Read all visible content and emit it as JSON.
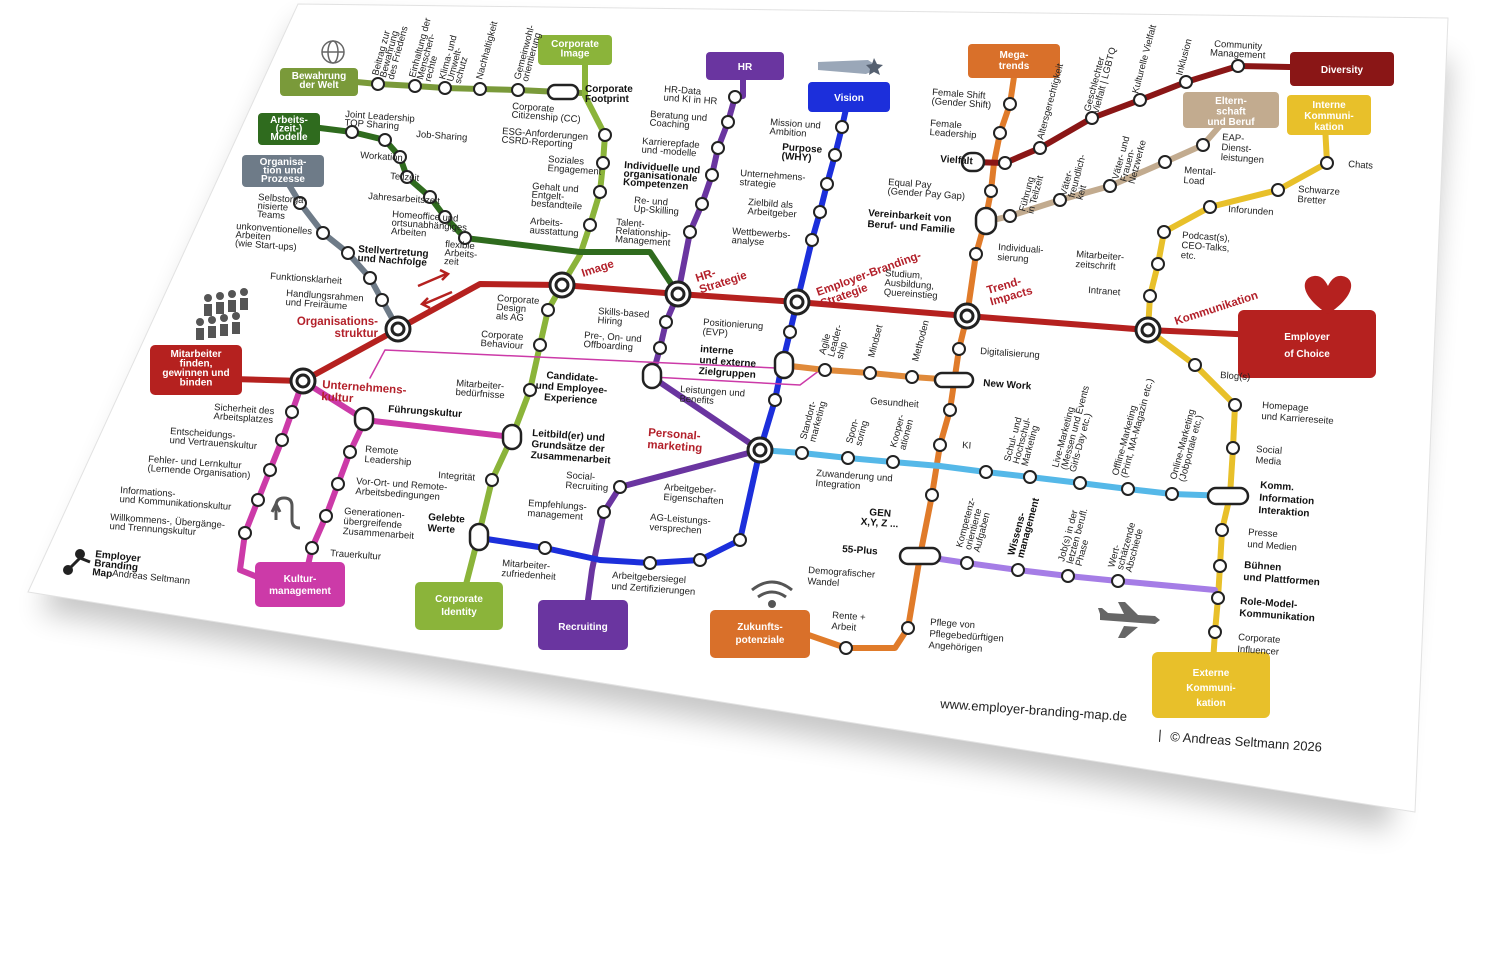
{
  "hubs": {
    "organisationsstruktur": "Organisations-\nstruktur",
    "unternehmenskultur": "Unternehmens-\nkultur",
    "image": "Image",
    "hr_strategie": "HR-\nStrategie",
    "employer_branding_strategie": "Employer-Branding-\nStrategie",
    "trend_impacts": "Trend-\nImpacts",
    "kommunikation": "Kommunikation",
    "personalmarketing": "Personal-\nmarketing"
  },
  "terminals": {
    "bewahrung": "Bewahrung\nder Welt",
    "arbeitszeit": "Arbeits-\n(zeit-)\nModelle",
    "organisation": "Organisa-\ntion und\nProzesse",
    "mitarbeiter": "Mitarbeiter\nfinden,\ngewinnen und\nbinden",
    "kulturmanagement": "Kultur-\nmanagement",
    "corporate_identity": "Corporate\nIdentity",
    "recruiting": "Recruiting",
    "zukunft": "Zukunfts-\npotenziale",
    "corporate_image": "Corporate\nImage",
    "hr": "HR",
    "vision": "Vision",
    "megatrends": "Mega-\ntrends",
    "diversity": "Diversity",
    "elternschaft": "Eltern-\nschaft\nund Beruf",
    "interne_komm": "Interne\nKommuni-\nkation",
    "externe_komm": "Externe\nKommuni-\nkation",
    "employer_of_choice": "Employer\nof Choice"
  },
  "stations": {
    "beitrag": "Beitrag zur\nBewahrung\ndes Friedens",
    "einhaltung": "Einhaltung der\nMenschen-\nrechte",
    "klima": "Klima- und\nUmwelt-\nschutz",
    "nachhaltigkeit": "Nachhaltigkeit",
    "gemeinwohl": "Gemeinwohl-\norientierung",
    "corporate_footprint": "Corporate\nFootprint",
    "joint_leadership": "Joint Leadership\nTOP Sharing",
    "job_sharing": "Job-Sharing",
    "workation": "Workation",
    "teilzeit": "Teilzeit",
    "jahresarbeitszeit": "Jahresarbeitszeit",
    "homeoffice": "Homeoffice und\nortsunabhängiges\nArbeiten",
    "flexible": "flexible\nArbeits-\nzeit",
    "selbstorganisierte": "Selbstorga-\nnisierte\nTeams",
    "unkonventionelle": "unkonventionelles\nArbeiten\n(wie Start-ups)",
    "stellvertretung": "Stellvertretung\nund Nachfolge",
    "funktionsklarheit": "Funktionsklarheit",
    "handlungsrahmen": "Handlungsrahmen\nund Freiräume",
    "corporate_citizenship": "Corporate\nCitizenship (CC)",
    "esg": "ESG-Anforderungen\nCSRD-Reporting",
    "soziales": "Soziales\nEngagement",
    "gehalt": "Gehalt und\nEntgelt-\nbestandteile",
    "arbeitsausstattung": "Arbeits-\nausstattung",
    "corporate_design": "Corporate\nDesign\nals AG",
    "corporate_behaviour": "Corporate\nBehaviour",
    "mitarbeiterbeduerfnisse": "Mitarbeiter-\nbedürfnisse",
    "candidate": "Candidate-\nund Employee-\nExperience",
    "leitbild": "Leitbild(er) und\nGrundsätze der\nZusammenarbeit",
    "hr_data": "HR-Data\nund KI in HR",
    "beratung": "Beratung und\nCoaching",
    "karrierepfade": "Karrierepfade\nund -modelle",
    "individuelle": "Individuelle und\norganisationale\nKompetenzen",
    "re_upskilling": "Re- und\nUp-Skilling",
    "talent": "Talent-\nRelationship-\nManagement",
    "skills": "Skills-based\nHiring",
    "pre_on_off": "Pre-, On- und\nOffboarding",
    "mission": "Mission und\nAmbition",
    "purpose": "Purpose\n(WHY)",
    "unternehmensstrategie": "Unternehmens-\nstrategie",
    "zielbild": "Zielbild als\nArbeitgeber",
    "wettbewerb": "Wettbewerbs-\nanalyse",
    "positionierung": "Positionierung\n(EVP)",
    "interne_externe": "interne\nund externe\nZielgruppen",
    "leistungen": "Leistungen und\nBenefits",
    "female_shift": "Female Shift\n(Gender Shift)",
    "female_leadership": "Female\nLeadership",
    "vielfalt": "Vielfalt",
    "equal_pay": "Equal Pay\n(Gender Pay Gap)",
    "vereinbarkeit": "Vereinbarkeit von\nBeruf- und Familie",
    "individualisierung": "Individuali-\nsierung",
    "studium": "Studium,\nAusbildung,\nQuereinstieg",
    "digitalisierung": "Digitalisierung",
    "new_work": "New Work",
    "gesundheit": "Gesundheit",
    "ki": "KI",
    "altersgerechtigkeit": "Altersgerechtigkeit",
    "geschlechter": "Geschlechter\nVielfalt | LGBTQ",
    "kulturelle": "Kulturelle Vielfalt",
    "inklusion": "Inklusion",
    "community": "Community\nManagement",
    "fuehrung_teilzeit": "Führung\nin Teilzeit",
    "vaeterfreundlich": "Väter-\nfreundlich-\nkeit",
    "vaeter_netzwerke": "Väter- und\nFrauen-\nNetzwerke",
    "mental_load": "Mental-\nLoad",
    "eap": "EAP-\nDienst-\nleistungen",
    "chats": "Chats",
    "schwarze_bretter": "Schwarze\nBretter",
    "inforunden": "Inforunden",
    "podcast": "Podcast(s),\nCEO-Talks,\netc.",
    "mitarbeiterzeitschrift": "Mitarbeiter-\nzeitschrift",
    "intranet": "Intranet",
    "blogs": "Blog(s)",
    "homepage": "Homepage\nund Karriereseite",
    "social_media": "Social\nMedia",
    "komm_info": "Komm.\nInformation\nInteraktion",
    "presse": "Presse\nund Medien",
    "buehnen": "Bühnen\nund Plattformen",
    "role_model": "Role-Model-\nKommunikation",
    "corporate_influencer": "Corporate\nInfluencer",
    "agile": "Agile\nLeader-\nship",
    "mindset": "Mindset",
    "methoden": "Methoden",
    "standortmarketing": "Standort-\nmarketing",
    "sponsoring": "Spon-\nsoring",
    "kooperationen": "Kooper-\nationen",
    "schul": "Schul- und\nHochschul-\nMarketing",
    "live_marketing": "Live-Marketing\n(Messen und Events\nGirls-Day etc.)",
    "offline_marketing": "Offline-Marketing\n(Print, MA-Magazin etc.)",
    "online_marketing": "Online-Marketing\n(Jobportale etc.)",
    "sicherheit": "Sicherheit des\nArbeitsplatzes",
    "entscheidungs": "Entscheidungs-\nund Vertrauenskultur",
    "fehler": "Fehler- und Lernkultur\n(Lernende Organisation)",
    "informations": "Informations-\nund Kommunikationskultur",
    "willkommens": "Willkommens-, Übergänge-\nund Trennungskultur",
    "fuehrungskultur": "Führungskultur",
    "remote_leadership": "Remote\nLeadership",
    "vor_ort": "Vor-Ort- und Remote-\nArbeitsbedingungen",
    "generationen": "Generationen-\nübergreifende\nZusammenarbeit",
    "trauerkultur": "Trauerkultur",
    "integritaet": "Integrität",
    "gelebte_werte": "Gelebte\nWerte",
    "mitarbeiterzufriedenheit": "Mitarbeiter-\nzufriedenheit",
    "social_recruiting": "Social-\nRecruiting",
    "empfehlungs": "Empfehlungs-\nmanagement",
    "arbeitgeber_eigenschaften": "Arbeitgeber-\nEigenschaften",
    "ag_leistungs": "AG-Leistungs-\nversprechen",
    "arbeitgebersiegel": "Arbeitgebersiegel\nund Zertifizierungen",
    "zuwanderung": "Zuwanderung und\nIntegration",
    "gen_xyz": "GEN\nX,Y, Z ...",
    "plus55": "55-Plus",
    "demografischer": "Demografischer\nWandel",
    "rente": "Rente +\nArbeit",
    "pflege": "Pflege von\nPflegebedürftigen\nAngehörigen",
    "kompetenzorientierte": "Kompetenz-\norientierte\nAufgaben",
    "wissensmanagement": "Wissens-\nmanagement",
    "jobs_letzten": "Job(s) in der\nletzten berufl.\nPhase",
    "wertschaetzende": "Wert-\nschätzende\nAbschiede"
  },
  "logo": {
    "line1": "Employer",
    "line2": "Branding",
    "line3": "Map",
    "author": "Andreas Seltmann"
  },
  "footer": {
    "url": "www.employer-branding-map.de",
    "separator": "|",
    "copyright": "© Andreas Seltmann 2026"
  },
  "colors": {
    "red": "#b5211f",
    "olive": "#7a9a3a",
    "darkgreen": "#2f6b1e",
    "gray": "#6e7b88",
    "magenta": "#cc3aa8",
    "green": "#8bb43a",
    "purple": "#6a35a0",
    "blue": "#1c2fdb",
    "orange": "#e07b2a",
    "maroon": "#8a1616",
    "tan": "#c2ab8f",
    "yellow": "#e8c02a",
    "lightblue": "#55b8e8",
    "lavender": "#a57de6",
    "navy": "#1f2ed0"
  }
}
